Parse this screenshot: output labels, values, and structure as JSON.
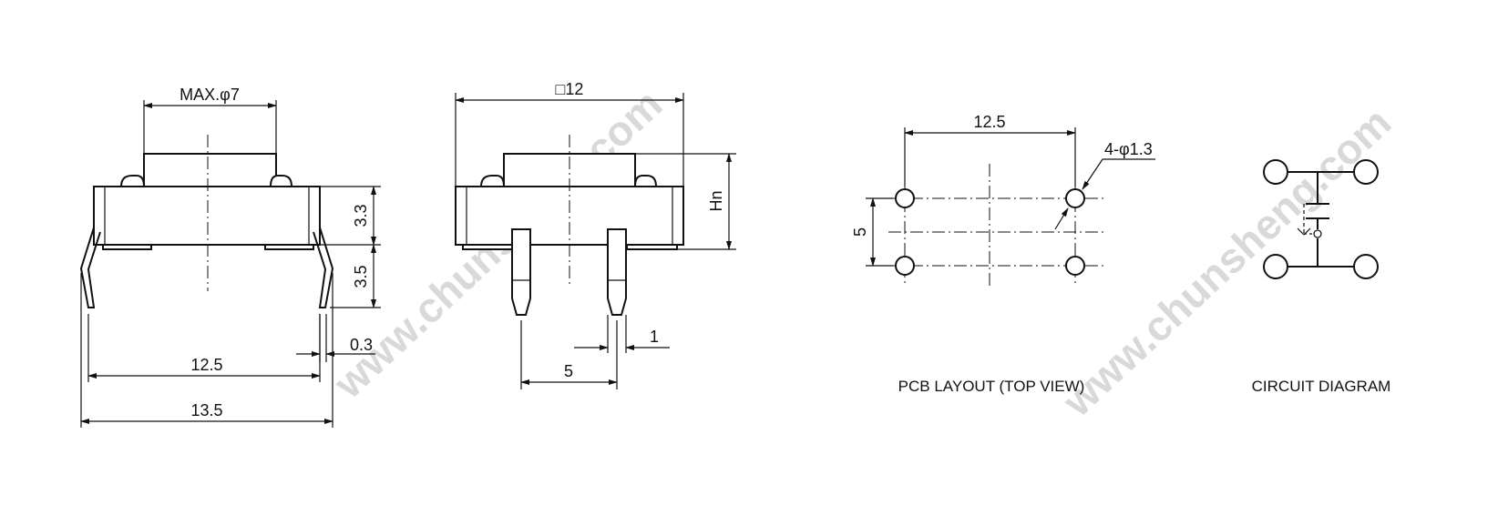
{
  "watermark": {
    "text": "www.chunsheng.com"
  },
  "front_view": {
    "dims": {
      "cap_dia": "MAX.φ7",
      "h_body": "3.3",
      "h_leg": "3.5",
      "gap": "0.3",
      "pitch": "12.5",
      "overall": "13.5"
    }
  },
  "side_view": {
    "dims": {
      "width": "□12",
      "height": "Hn",
      "pin_pitch": "5",
      "pin_w": "1"
    }
  },
  "pcb_layout": {
    "caption": "PCB LAYOUT (TOP VIEW)",
    "dims": {
      "pitch_x": "12.5",
      "pitch_y": "5",
      "holes": "4-φ1.3"
    }
  },
  "circuit": {
    "caption": "CIRCUIT DIAGRAM"
  }
}
